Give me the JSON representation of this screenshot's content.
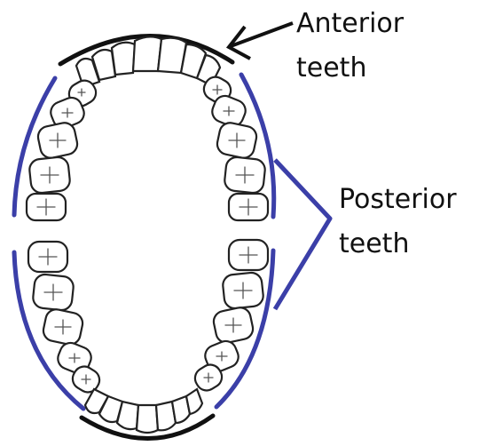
{
  "labels": {
    "anterior_line1": "Anterior",
    "anterior_line2": "teeth",
    "posterior_line1": "Posterior",
    "posterior_line2": "teeth"
  },
  "colors": {
    "posterior_arch": "#3b3fa8",
    "anterior_arch": "#111111",
    "arrow": "#111111",
    "tooth_outline": "#222222"
  },
  "icons": {
    "anterior_pointer": "arrow-icon"
  }
}
